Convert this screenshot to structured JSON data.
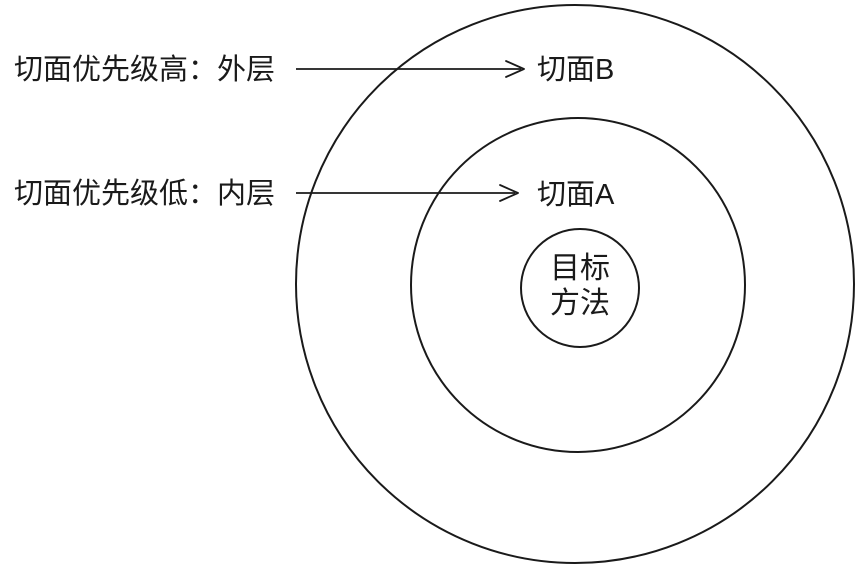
{
  "diagram": {
    "background_color": "#ffffff",
    "stroke_color": "#1a1a1a",
    "annotations": {
      "priority_high": "切面优先级高：外层",
      "priority_low": "切面优先级低：内层"
    },
    "rings": {
      "outer_label": "切面B",
      "middle_label": "切面A",
      "center_label_line1": "目标",
      "center_label_line2": "方法"
    }
  }
}
